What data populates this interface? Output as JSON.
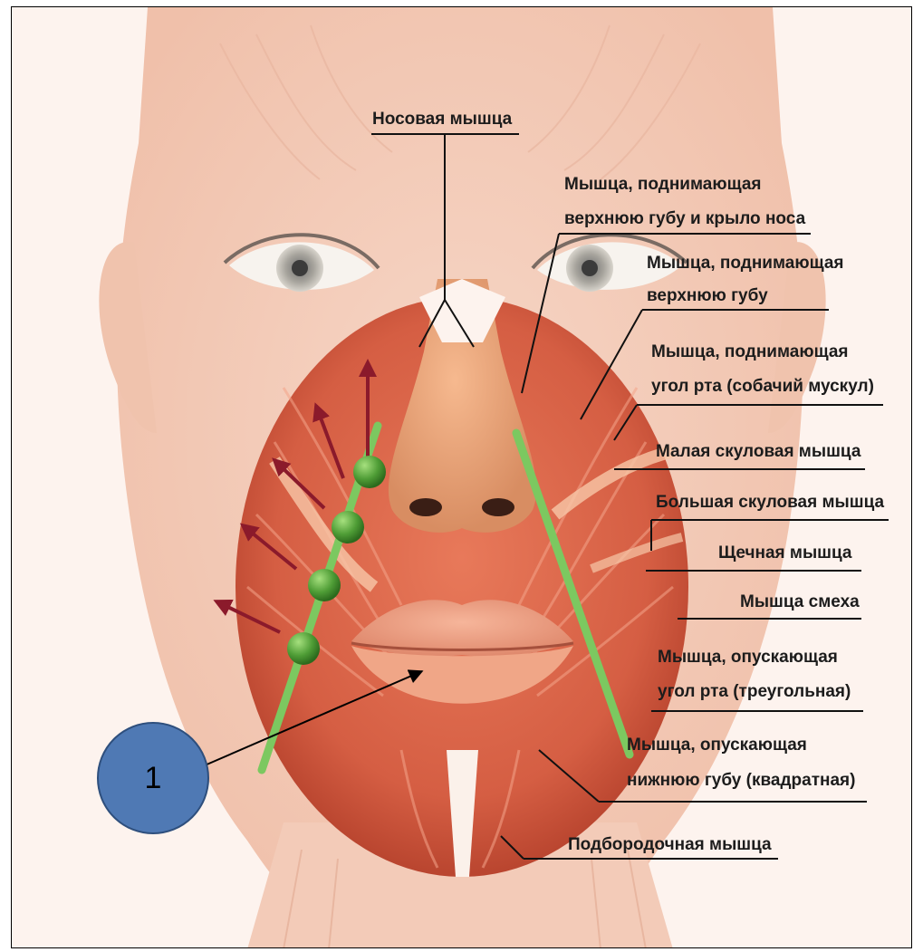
{
  "labels": {
    "nasal": "Носовая мышца",
    "levator_labii_alaeque_1": "Мышца, поднимающая",
    "levator_labii_alaeque_2": "верхнюю губу и крыло носа",
    "levator_labii_1": "Мышца, поднимающая",
    "levator_labii_2": "верхнюю губу",
    "levator_anguli_1": "Мышца, поднимающая",
    "levator_anguli_2": "угол рта (собачий мускул)",
    "zygomatic_minor": "Малая скуловая мышца",
    "zygomatic_major": "Большая скуловая мышца",
    "buccinator": "Щечная мышца",
    "risorius": "Мышца смеха",
    "depressor_anguli_1": "Мышца, опускающая",
    "depressor_anguli_2": "угол рта (треугольная)",
    "depressor_labii_1": "Мышца, опускающая",
    "depressor_labii_2": "нижнюю губу (квадратная)",
    "mentalis": "Подбородочная мышца"
  },
  "marker": {
    "number": "1"
  },
  "colors": {
    "muscle": "#d9644a",
    "muscle_dark": "#b8432f",
    "skin": "#f3c9b5",
    "green_line": "#7cc860",
    "green_dot": "#4f9d36",
    "arrow": "#8b1a2b",
    "marker_fill": "#4f79b4"
  },
  "icons": [
    "green-ball-icon",
    "red-arrow-icon"
  ]
}
